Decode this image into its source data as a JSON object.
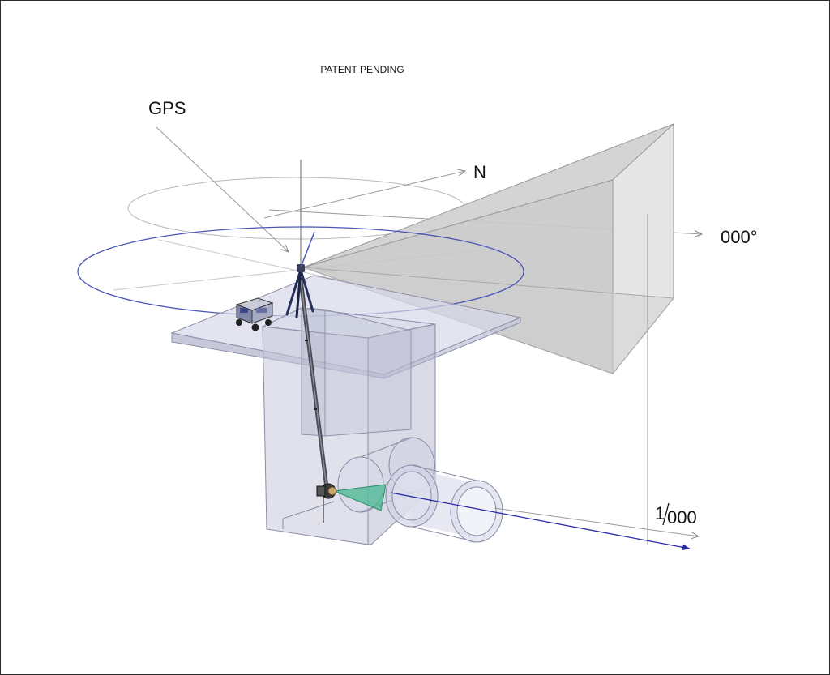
{
  "notice": "PATENT PENDING",
  "labels": {
    "gps": "GPS",
    "north": "N",
    "heading": "000°",
    "grade_numerator": "1",
    "grade_denominator": "000"
  },
  "colors": {
    "orbit": "#4b55b8",
    "camera_cone": "#3fb58a",
    "direction_arrow": "#2a2aa8",
    "transparent_fill": "#c9ccdf",
    "beam": "#cfcfcf"
  },
  "icons": {
    "camera": "camera-icon",
    "cart": "cart-icon",
    "tripod": "tripod-icon"
  }
}
